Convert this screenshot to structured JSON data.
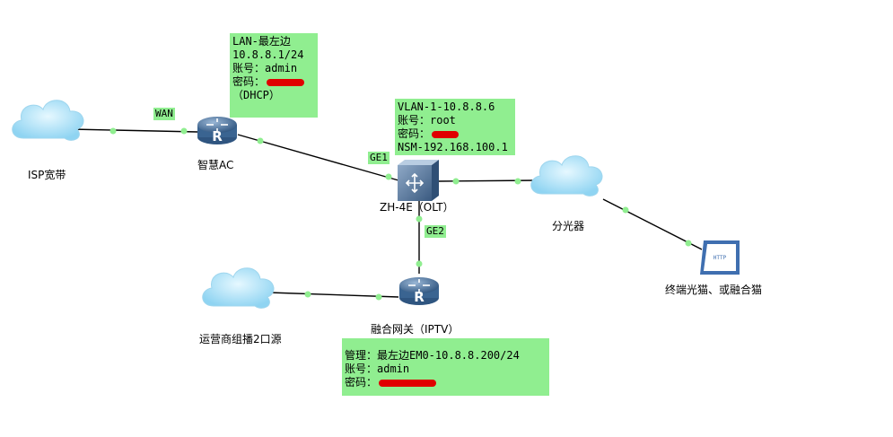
{
  "colors": {
    "note_bg": "#90ee90",
    "link_line": "#000000",
    "port_dot": "#90ee90",
    "redaction": "#e00000",
    "router_blue": "#3a5f8a",
    "cloud_blue": "#aee3f7"
  },
  "nodes": {
    "isp": {
      "label": "ISP宽带",
      "icon": "cloud-icon"
    },
    "ac": {
      "label": "智慧AC",
      "icon": "router-icon"
    },
    "olt": {
      "label": "ZH-4E（OLT）",
      "icon": "switch-icon"
    },
    "splitter": {
      "label": "分光器",
      "icon": "cloud-icon"
    },
    "terminal": {
      "label": "终端光猫、或融合猫",
      "icon": "http-server-icon",
      "device_text": "HTTP"
    },
    "gateway": {
      "label": "融合网关（IPTV）",
      "icon": "router-icon"
    },
    "operator": {
      "label": "运营商组播2口源",
      "icon": "cloud-icon"
    }
  },
  "ports": {
    "wan": "WAN",
    "ge1": "GE1",
    "ge2": "GE2"
  },
  "notes": {
    "ac": {
      "line1": "LAN-最左边",
      "line2": "10.8.8.1/24",
      "line3": "账号：admin",
      "line4": "密码：",
      "line5": "（DHCP）"
    },
    "olt": {
      "line1": "VLAN-1-10.8.8.6",
      "line2": "账号：root",
      "line3": "密码：",
      "line4": "NSM-192.168.100.1"
    },
    "gateway": {
      "line1": "管理：最左边EM0-10.8.8.200/24",
      "line2": "账号：admin",
      "line3": "密码："
    }
  }
}
